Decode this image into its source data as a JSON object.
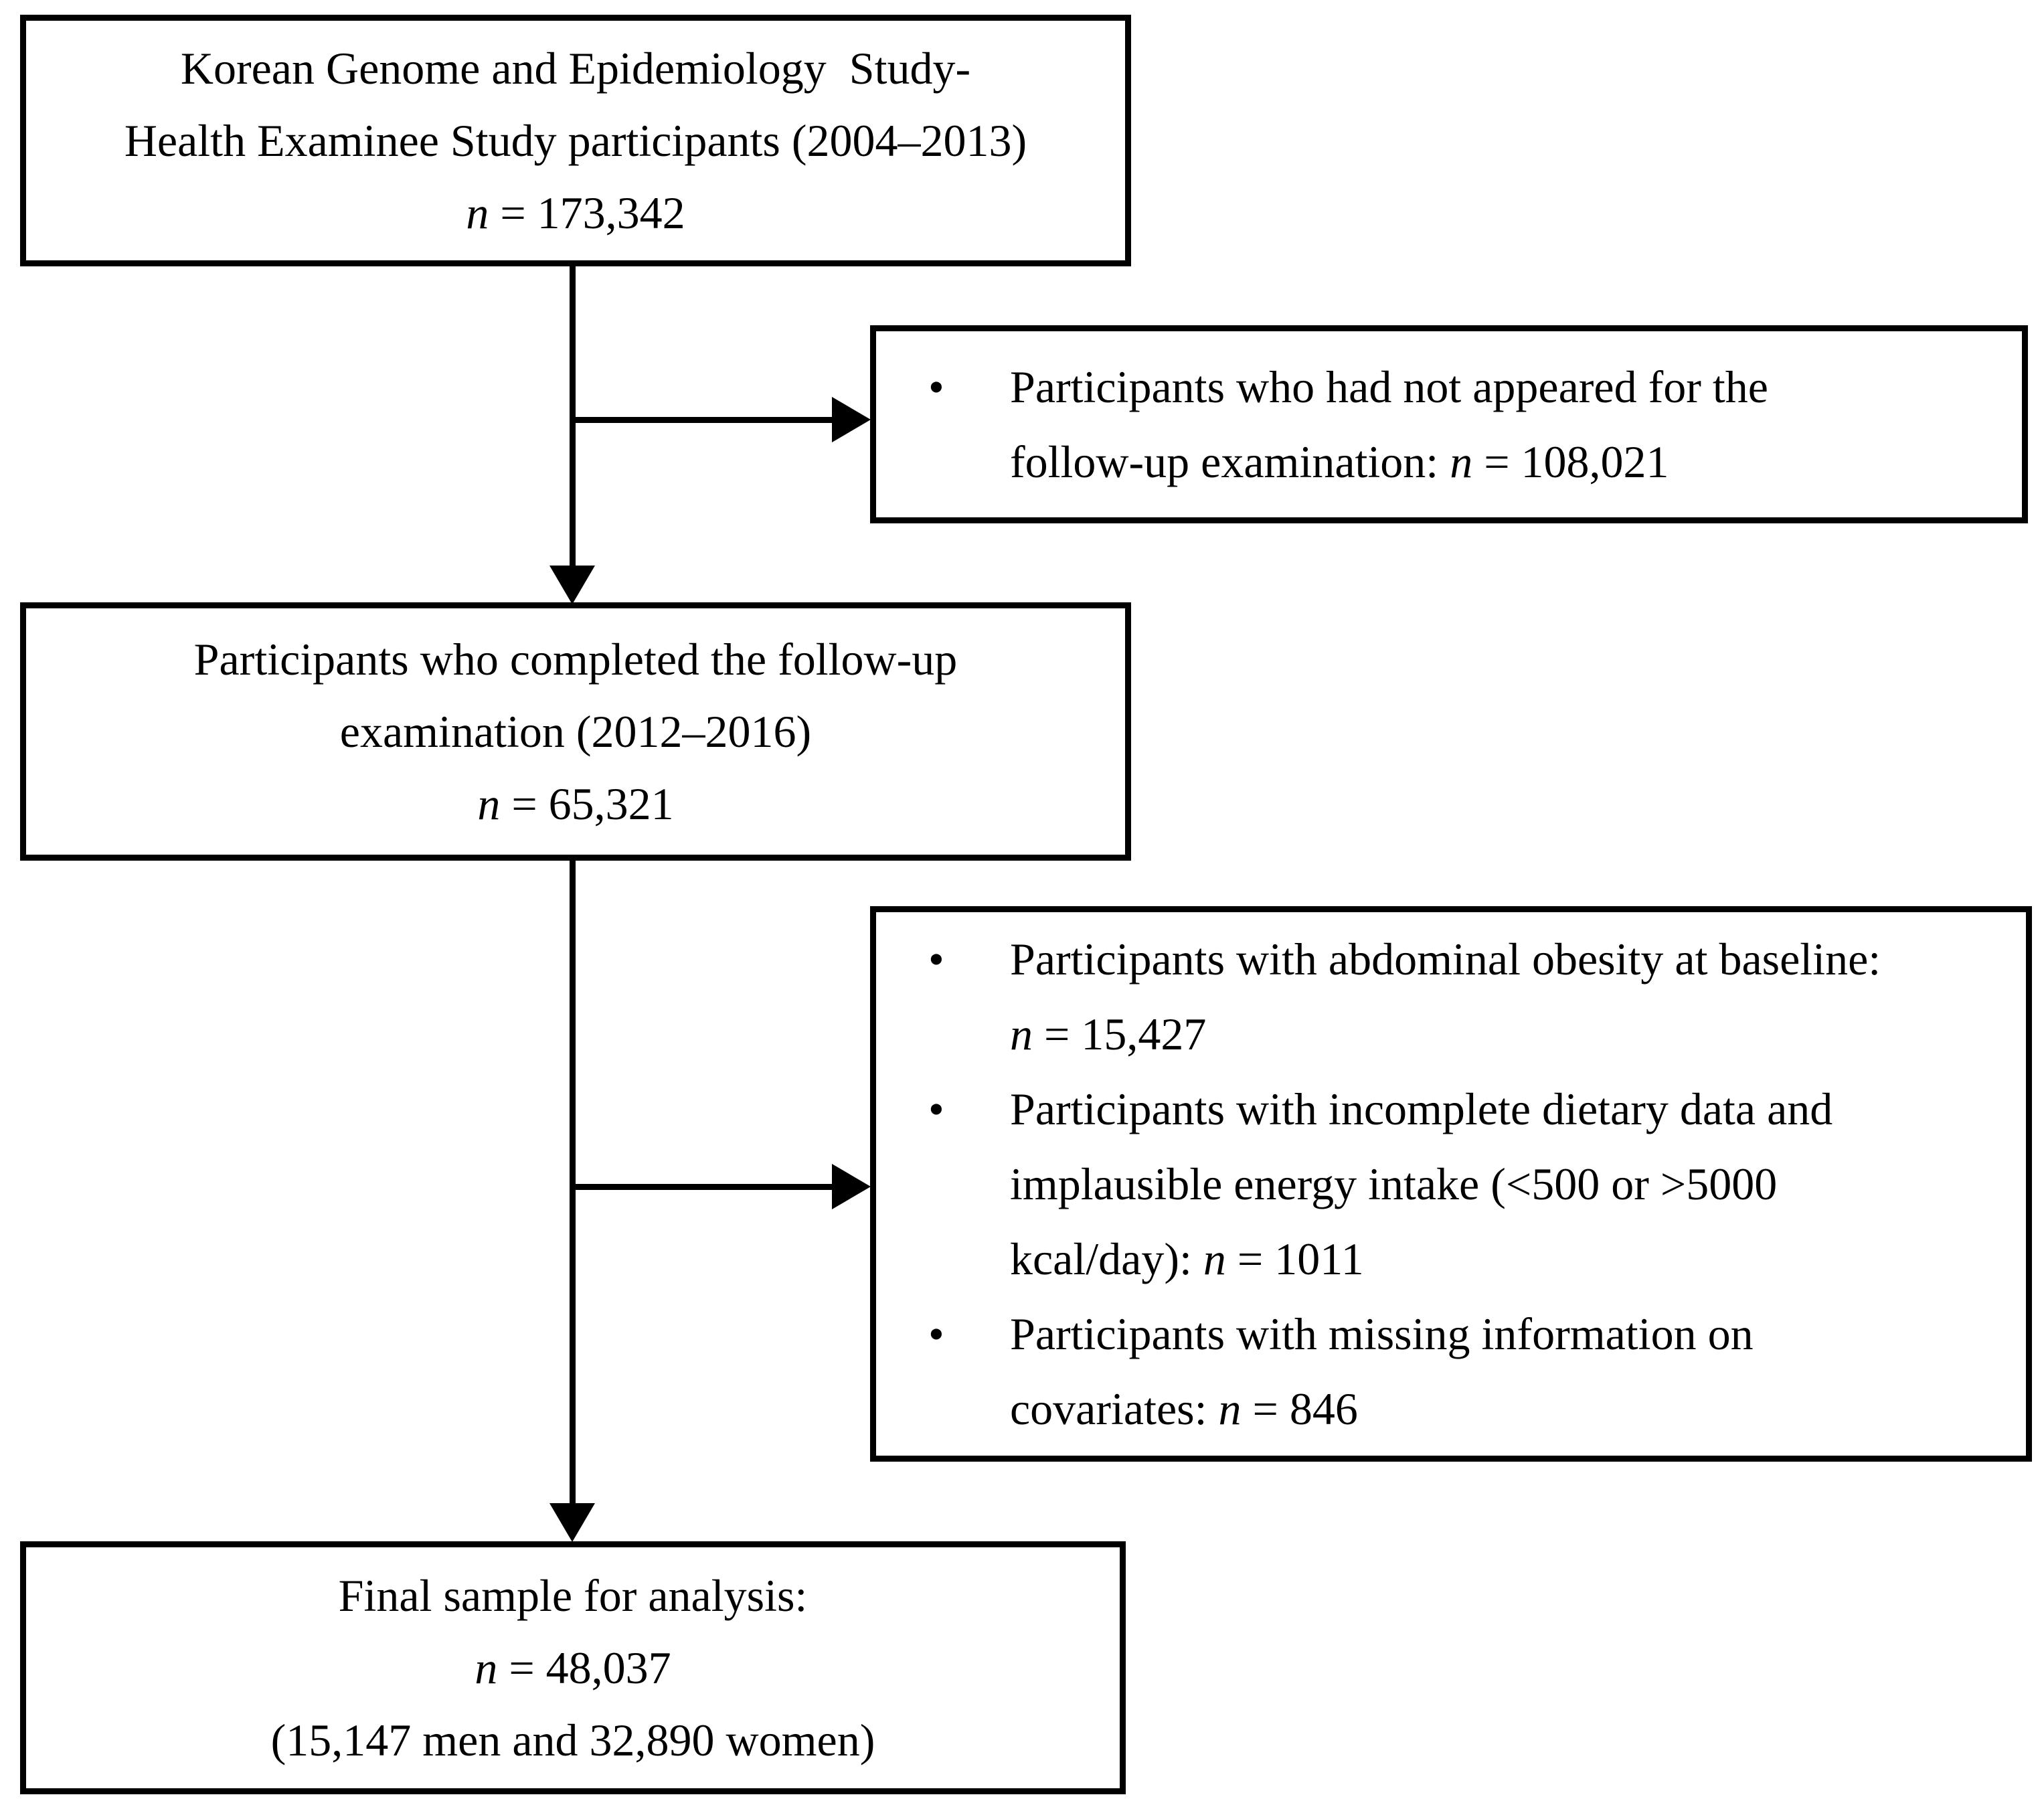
{
  "diagram": {
    "type": "participant-flowchart",
    "colors": {
      "line": "#000000",
      "background": "#ffffff",
      "text": "#000000"
    },
    "bullet_marker": "•",
    "boxes": {
      "cohort": {
        "lines": [
          "Korean Genome and Epidemiology  Study-",
          "Health Examinee Study participants (2004–2013)",
          "n = 173,342"
        ]
      },
      "excluded_no_followup": {
        "bullets": [
          [
            "Participants who had not appeared for the",
            "follow-up examination: n = 108,021"
          ]
        ]
      },
      "completed_followup": {
        "lines": [
          "Participants who completed the follow-up",
          "examination (2012–2016)",
          "n = 65,321"
        ]
      },
      "exclusions_baseline": {
        "bullets": [
          [
            "Participants with abdominal obesity at baseline:",
            "n = 15,427"
          ],
          [
            "Participants with incomplete dietary data and",
            "implausible energy intake (<500 or >5000",
            "kcal/day): n = 1011"
          ],
          [
            "Participants with missing information on",
            "covariates: n = 846"
          ]
        ]
      },
      "final_sample": {
        "lines": [
          "Final sample for analysis:",
          "n = 48,037",
          "(15,147 men and 32,890 women)"
        ]
      }
    }
  }
}
